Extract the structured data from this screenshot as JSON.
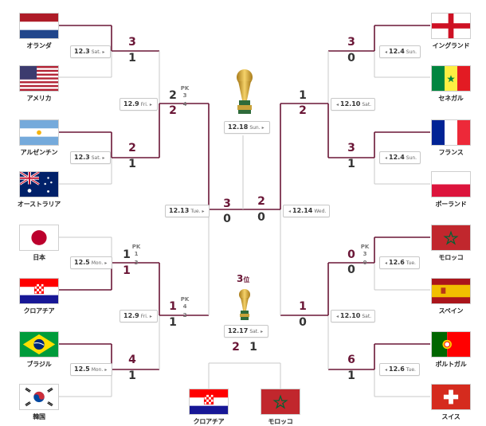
{
  "colors": {
    "win_line": "#6a1636",
    "lose_line": "#c8c8c8",
    "win_text": "#6a1636"
  },
  "teams": {
    "netherlands": "オランダ",
    "usa": "アメリカ",
    "argentina": "アルゼンチン",
    "australia": "オーストラリア",
    "japan": "日本",
    "croatia": "クロアチア",
    "brazil": "ブラジル",
    "korea": "韓国",
    "england": "イングランド",
    "senegal": "セネガル",
    "france": "フランス",
    "poland": "ポーランド",
    "morocco": "モロッコ",
    "spain": "スペイン",
    "portugal": "ポルトガル",
    "switzerland": "スイス",
    "third_croatia": "クロアチア",
    "third_morocco": "モロッコ"
  },
  "dates": {
    "r16_a": {
      "day": "12.3",
      "dow": "Sat."
    },
    "r16_b": {
      "day": "12.3",
      "dow": "Sat."
    },
    "r16_c": {
      "day": "12.5",
      "dow": "Mon."
    },
    "r16_d": {
      "day": "12.5",
      "dow": "Mon."
    },
    "r16_e": {
      "day": "12.4",
      "dow": "Sun."
    },
    "r16_f": {
      "day": "12.4",
      "dow": "Sun."
    },
    "r16_g": {
      "day": "12.6",
      "dow": "Tue."
    },
    "r16_h": {
      "day": "12.6",
      "dow": "Tue."
    },
    "qf_a": {
      "day": "12.9",
      "dow": "Fri."
    },
    "qf_b": {
      "day": "12.9",
      "dow": "Fri."
    },
    "qf_c": {
      "day": "12.10",
      "dow": "Sat."
    },
    "qf_d": {
      "day": "12.10",
      "dow": "Sat."
    },
    "sf_left": {
      "day": "12.13",
      "dow": "Tue."
    },
    "sf_right": {
      "day": "12.14",
      "dow": "Wed."
    },
    "final": {
      "day": "12.18",
      "dow": "Sun."
    },
    "third": {
      "day": "12.17",
      "dow": "Sat."
    }
  },
  "scores": {
    "r16_a": [
      "3",
      "1"
    ],
    "r16_b": [
      "2",
      "1"
    ],
    "r16_c": [
      "1",
      "1"
    ],
    "r16_d": [
      "4",
      "1"
    ],
    "r16_e": [
      "3",
      "0"
    ],
    "r16_f": [
      "3",
      "1"
    ],
    "r16_g": [
      "0",
      "0"
    ],
    "r16_h": [
      "6",
      "1"
    ],
    "qf_a": [
      "2",
      "2"
    ],
    "qf_b": [
      "1",
      "1"
    ],
    "qf_c": [
      "1",
      "2"
    ],
    "qf_d": [
      "1",
      "0"
    ],
    "sf_left": [
      "3",
      "0"
    ],
    "sf_right": [
      "2",
      "0"
    ],
    "third": [
      "2",
      "1"
    ]
  },
  "pk": {
    "label": "PK",
    "r16_c": [
      "1",
      "3"
    ],
    "r16_g": [
      "3",
      "0"
    ],
    "qf_a": [
      "3",
      "4"
    ],
    "qf_b": [
      "4",
      "2"
    ]
  },
  "third_place": {
    "num": "3",
    "suffix": "位"
  }
}
